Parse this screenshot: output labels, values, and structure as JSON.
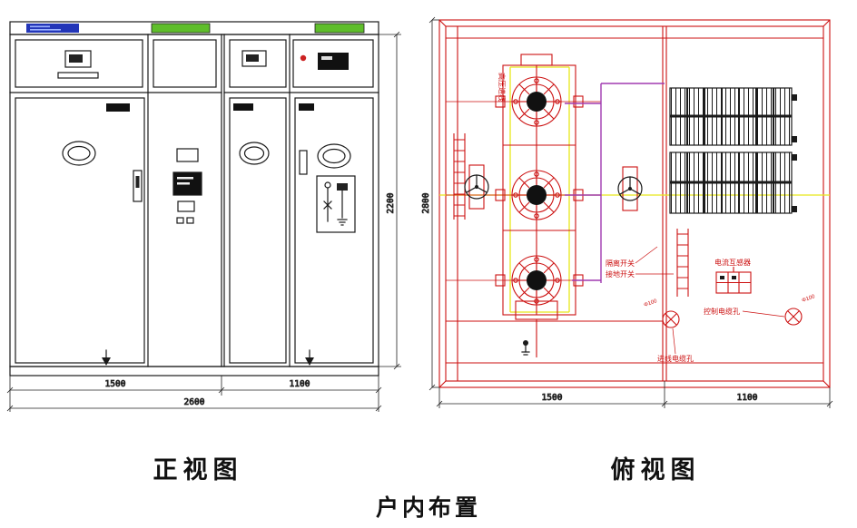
{
  "figure_caption": "户内布置",
  "front_view": {
    "caption": "正视图",
    "dimensions": {
      "left_cabinet_width": "1500",
      "right_cabinet_width": "1100",
      "total_width": "2600",
      "height": "2200"
    }
  },
  "top_view": {
    "caption": "俯视图",
    "dimensions": {
      "left_bay_width": "1500",
      "right_bay_width": "1100",
      "depth": "2800",
      "left_cable_hole": "Φ100",
      "right_cable_hole": "Φ100"
    },
    "labels": {
      "incoming_line": "高压进线",
      "disconnect_switch": "隔离开关",
      "earthing_switch": "接地开关",
      "current_transformer": "电流互感器",
      "control_cable_hole": "控制电缆孔",
      "incoming_cable_hole": "进线电缆孔"
    }
  },
  "colors": {
    "line_black": "#1a1a1a",
    "line_red": "#cc1111",
    "centerline_yellow": "#e8e81a",
    "line_purple": "#a03ab0",
    "strip_green": "#5fbe2b",
    "nameplate_blue": "#2336b8"
  }
}
